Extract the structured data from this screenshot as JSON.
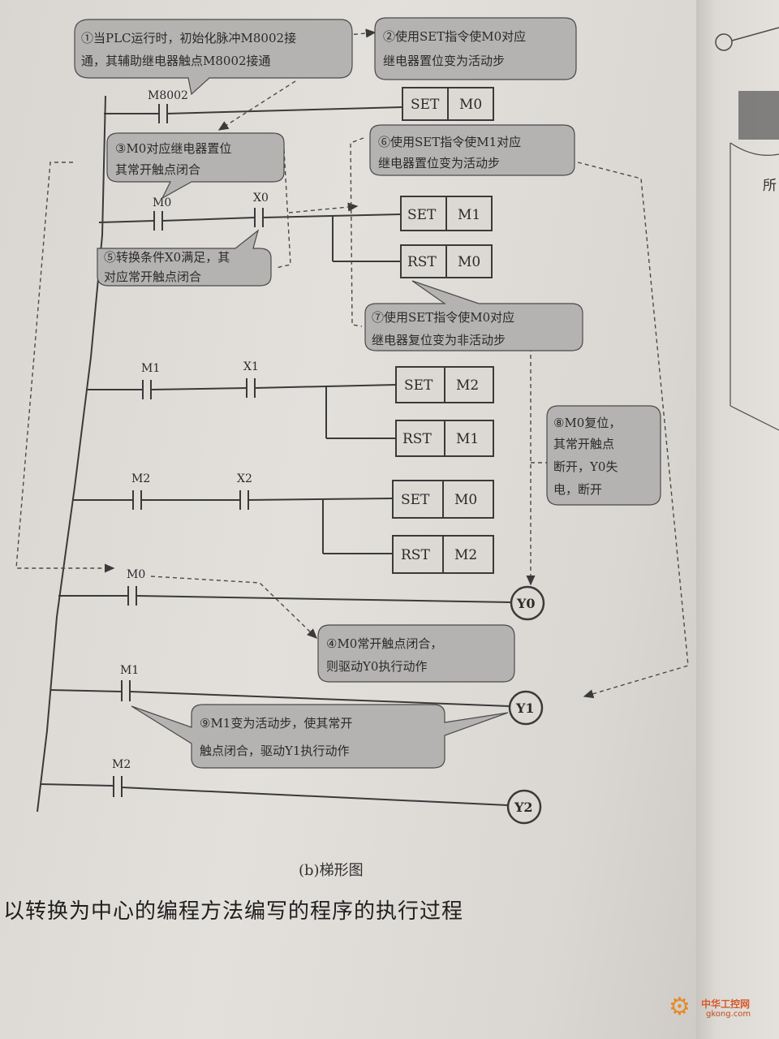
{
  "callouts": {
    "c1": {
      "line1": "①当PLC运行时，初始化脉冲M8002接",
      "line2": "通，其辅助继电器触点M8002接通"
    },
    "c2": {
      "line1": "②使用SET指令使M0对应",
      "line2": "继电器置位变为活动步"
    },
    "c3": {
      "line1": "③M0对应继电器置位",
      "line2": "其常开触点闭合"
    },
    "c4": {
      "line1": "④M0常开触点闭合，",
      "line2": "则驱动Y0执行动作"
    },
    "c5": {
      "line1": "⑤转换条件X0满足，其",
      "line2": "对应常开触点闭合"
    },
    "c6": {
      "line1": "⑥使用SET指令使M1对应",
      "line2": "继电器置位变为活动步"
    },
    "c7": {
      "line1": "⑦使用SET指令使M0对应",
      "line2": "继电器复位变为非活动步"
    },
    "c8": {
      "line1": "⑧M0复位，",
      "line2": "其常开触点",
      "line3": "断开，Y0失",
      "line4": "电，断开"
    },
    "c9": {
      "line1": "⑨M1变为活动步，使其常开",
      "line2": "触点闭合，驱动Y1执行动作"
    }
  },
  "contacts": {
    "m8002": "M8002",
    "m0_a": "M0",
    "x0": "X0",
    "m1_a": "M1",
    "x1": "X1",
    "m2_a": "M2",
    "x2": "X2",
    "m0_b": "M0",
    "m1_b": "M1",
    "m2_b": "M2"
  },
  "instructions": {
    "set": "SET",
    "rst": "RST"
  },
  "operands": {
    "r1": "M0",
    "r2a": "M1",
    "r2b": "M0",
    "r3a": "M2",
    "r3b": "M1",
    "r4a": "M0",
    "r4b": "M2"
  },
  "coils": {
    "y0": "Y0",
    "y1": "Y1",
    "y2": "Y2"
  },
  "caption": "(b)梯形图",
  "bottom_text": "以转换为中心的编程方法编写的程序的执行过程",
  "right_page": {
    "fragment": "所"
  },
  "watermark": {
    "title": "中华工控网",
    "url": "gkong.com"
  },
  "colors": {
    "callout_fill": "#b5b3b1",
    "line": "#3a3a3a",
    "page": "#dedbd7"
  }
}
